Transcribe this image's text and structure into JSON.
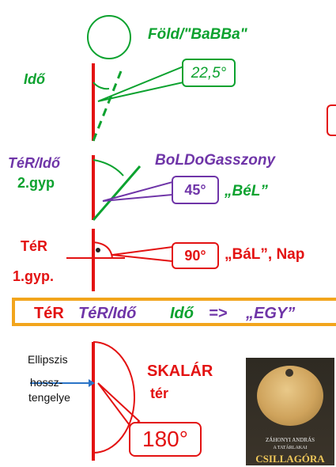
{
  "colors": {
    "red": "#e31212",
    "green": "#0ca22f",
    "purple": "#6f35a8",
    "orange": "#f2a51c",
    "blue": "#2a74c7"
  },
  "section_fold": {
    "label": "Föld/\"BaBBa\""
  },
  "section_ido": {
    "label": "Idő",
    "angle": "22,5°"
  },
  "section_terido": {
    "label_line1": "TéR/Idő",
    "label_line2": "2.gyp",
    "caption": "BoLDoGasszony",
    "angle": "45°",
    "name": "„BéL”"
  },
  "section_ter": {
    "label_line1": "TéR",
    "label_line2": "1.gyp.",
    "angle": "90°",
    "name": "„BáL”, Nap"
  },
  "banner": {
    "part1": "TéR",
    "part2": "TéR/Idő",
    "part3": "Idő",
    "arrow": "=>",
    "part4": "„EGY”"
  },
  "section_skalar": {
    "axis_line1": "Ellipszis",
    "axis_line2": "hossz-",
    "axis_line3": "tengelye",
    "title_line1": "SKALÁR",
    "title_line2": "tér",
    "angle": "180°"
  },
  "book": {
    "author": "ZÁHONYI ANDRÁS",
    "subtitle": "A TATÁRLAKAI",
    "title": "CSILLAGÓRA"
  }
}
